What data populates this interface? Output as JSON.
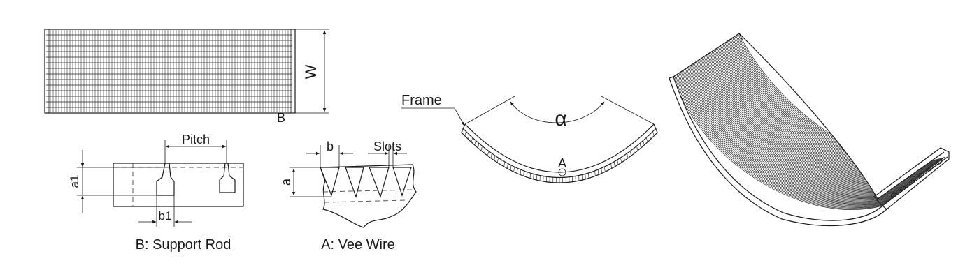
{
  "labels": {
    "width": "W",
    "detail_b": "B",
    "pitch": "Pitch",
    "a1": "a1",
    "b1": "b1",
    "support_rod_caption": "B: Support Rod",
    "b": "b",
    "slots": "Slots",
    "a": "a",
    "vee_wire_caption": "A: Vee Wire",
    "frame": "Frame",
    "alpha": "α",
    "detail_a": "A"
  },
  "colors": {
    "line": "#1a1a1a",
    "dashed": "#555555",
    "background": "#ffffff"
  }
}
